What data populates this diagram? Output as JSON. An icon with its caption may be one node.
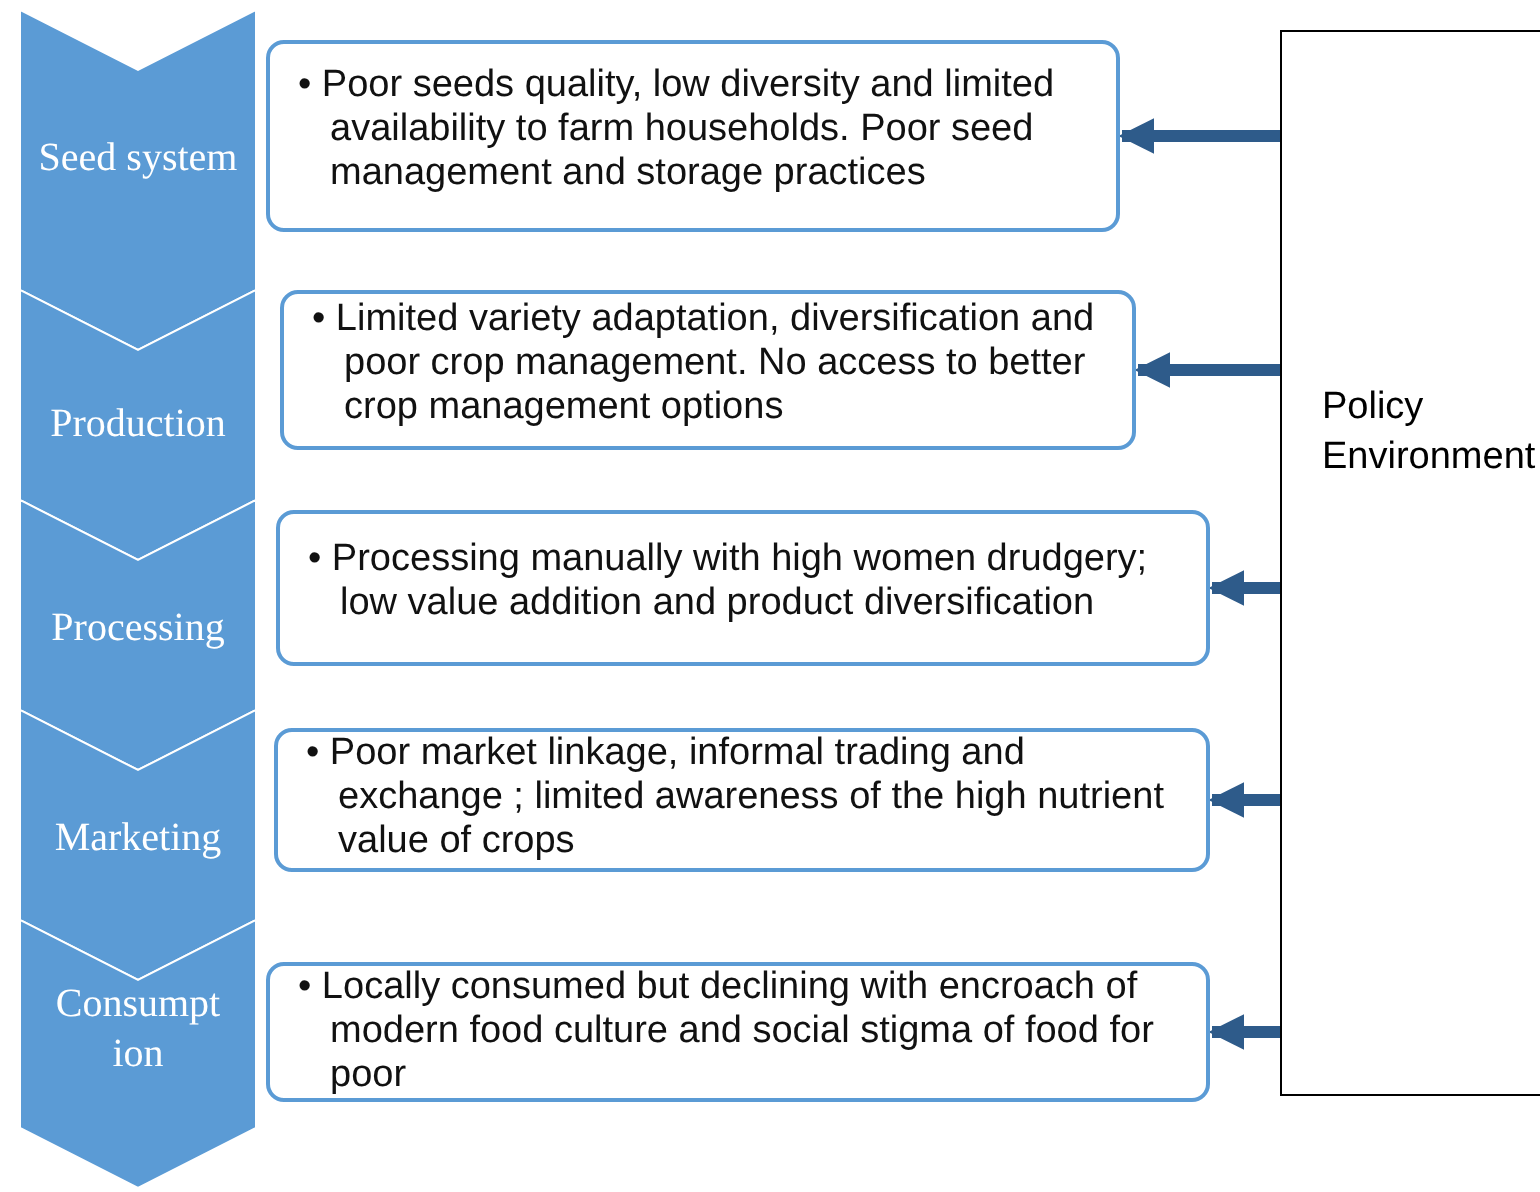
{
  "diagram": {
    "nodes": [
      {
        "text": [
          "Seed system"
        ]
      },
      {
        "text": [
          "• Poor seeds quality, low diversity and limited availability to farm households. Poor seed management and storage practices"
        ]
      },
      {
        "text": [
          "Production"
        ]
      },
      {
        "text": [
          "• Limited variety adaptation, diversification and poor crop management. No access to better crop management options"
        ]
      },
      {
        "text": [
          "Processing"
        ]
      },
      {
        "text": [
          "• Processing manually with high women drudgery; low value addition and product diversification"
        ]
      },
      {
        "text": [
          "Marketing"
        ]
      },
      {
        "text": [
          "• Poor market linkage, informal trading and exchange ; limited  awareness of the high nutrient value of crops"
        ]
      },
      {
        "text": [
          "Consumpt ion"
        ]
      },
      {
        "text": [
          "• Locally consumed but declining with encroach of modern food culture and social stigma of food for poor"
        ]
      },
      {
        "text": [
          "Policy Environment"
        ]
      }
    ],
    "edges": [
      {
        "from": 10,
        "to": 1,
        "arrow": "to"
      },
      {
        "from": 10,
        "to": 3,
        "arrow": "to"
      },
      {
        "from": 10,
        "to": 5,
        "arrow": "to"
      },
      {
        "from": 10,
        "to": 7,
        "arrow": "to"
      },
      {
        "from": 10,
        "to": 9,
        "arrow": "to"
      }
    ]
  }
}
